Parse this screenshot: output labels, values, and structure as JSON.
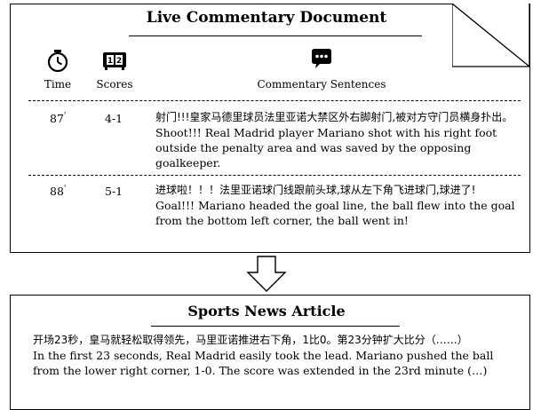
{
  "document": {
    "title": "Live Commentary Document",
    "headers": {
      "time": "Time",
      "scores": "Scores",
      "sentences": "Commentary Sentences"
    },
    "icons": {
      "time": "clock-icon",
      "scores": "scoreboard-icon",
      "sentences": "chat-bubble-icon"
    },
    "scoreboard_digits": [
      "1",
      "2"
    ],
    "rows": [
      {
        "time": "87",
        "mark": "'",
        "score": "4-1",
        "zh": "射门!!!皇家马德里球员法里亚诺大禁区外右脚射门,被对方守门员横身扑出。",
        "en": "Shoot!!! Real Madrid player Mariano shot with his right foot outside the penalty area and was saved by the opposing goalkeeper."
      },
      {
        "time": "88",
        "mark": "'",
        "score": "5-1",
        "zh": "进球啦！！！法里亚诺球门线跟前头球,球从左下角飞进球门,球进了!",
        "en": "Goal!!! Mariano headed the goal line, the ball flew into the goal from the bottom left corner, the ball went in!"
      }
    ]
  },
  "arrow": {
    "icon": "down-arrow-icon"
  },
  "article": {
    "title": "Sports News Article",
    "zh": "开场23秒，皇马就轻松取得领先，马里亚诺推进右下角，1比0。第23分钟扩大比分（……）",
    "en": "In the first 23 seconds, Real Madrid easily took the lead. Mariano pushed the ball from the lower right corner, 1-0. The score was extended in the 23rd minute (…)"
  }
}
